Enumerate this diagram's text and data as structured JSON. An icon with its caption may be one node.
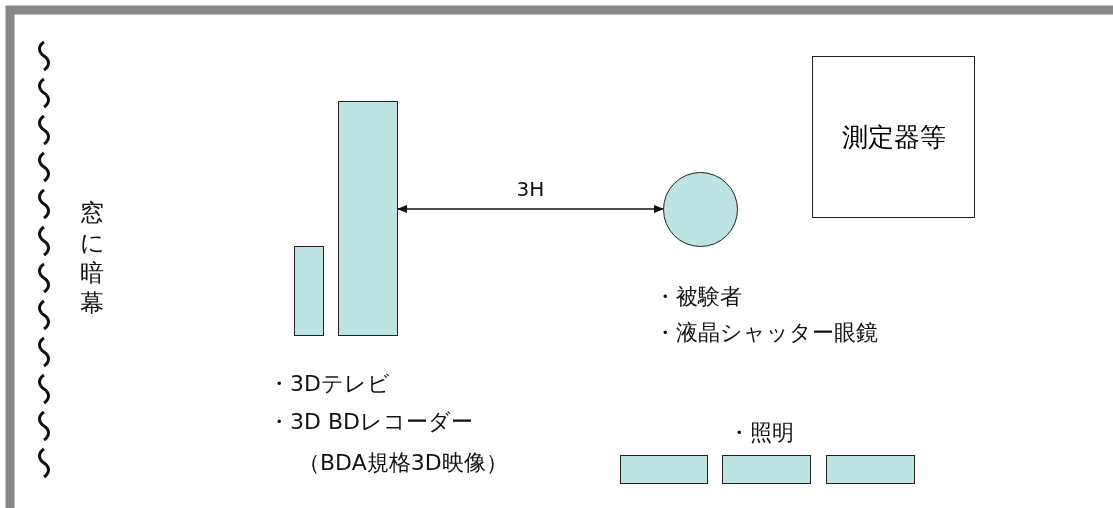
{
  "diagram": {
    "nodes": [
      {
        "text": [],
        "shape": "box"
      },
      {
        "text": [],
        "shape": "box"
      },
      {
        "text": [],
        "shape": "circle"
      },
      {
        "text": [
          "測定器等"
        ]
      },
      {
        "text": [],
        "shape": "box"
      },
      {
        "text": [],
        "shape": "box"
      },
      {
        "text": [],
        "shape": "box"
      }
    ],
    "edges": [
      {
        "from": 1,
        "to": 2,
        "arrow": "both",
        "label": "3H"
      }
    ],
    "labels": [
      "窓に暗幕",
      "・3Dテレビ",
      "・3D BDレコーダー",
      "（BDA規格3D映像）",
      "・被験者",
      "・液晶シャッター眼鏡",
      "・照明"
    ]
  }
}
